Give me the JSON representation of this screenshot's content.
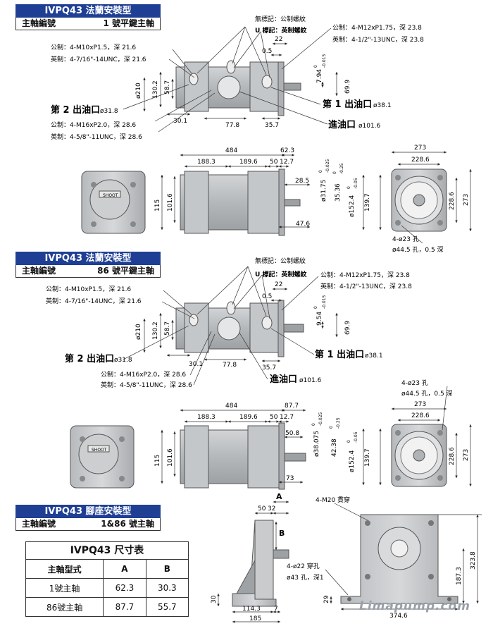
{
  "sections": [
    {
      "title": "IVPQ43 法蘭安裝型",
      "code_label": "主軸編號",
      "code_value": "1 號平鍵主軸"
    },
    {
      "title": "IVPQ43 法蘭安裝型",
      "code_label": "主軸編號",
      "code_value": "86 號平鍵主軸"
    },
    {
      "title": "IVPQ43 腳座安裝型",
      "code_label": "主軸編號",
      "code_value": "1&86 號主軸"
    }
  ],
  "notes": {
    "unmarked": "無標記：公制螺紋",
    "u_mark": "U 標記：英制螺紋",
    "m12": "公制：4-M12xP1.75，深 23.8",
    "unc12": "英制：4-1/2\"-13UNC，深 23.8",
    "m10": "公制：4-M10xP1.5，深 21.6",
    "unc716": "英制：4-7/16\"-14UNC，深 21.6",
    "m16": "公制：4-M16xP2.0，深 28.6",
    "unc58": "英制：4-5/8\"-11UNC，深 28.6",
    "out2": "第 2 出油口",
    "out2_d": "ø31.8",
    "out1": "第 1 出油口",
    "out1_d": "ø38.1",
    "inlet": "進油口",
    "inlet_d": "ø101.6",
    "holes23": "4-ø23 孔",
    "c445": "ø44.5 孔，0.5 深",
    "m20": "4-M20 貫穿",
    "holes22": "4-ø22 穿孔",
    "c43": "ø43 孔，深1"
  },
  "dims1": {
    "d22": "22",
    "d05": "0.5",
    "d210": "ø210",
    "d1302": "130.2",
    "d587": "58.7",
    "d301": "30.1",
    "d778": "77.8",
    "d357": "35.7",
    "d794": "7.94",
    "tol794a": "0",
    "tol794b": "-0.015",
    "d699": "69.9",
    "d484": "484",
    "d623": "62.3",
    "d1883": "188.3",
    "d1896": "189.6",
    "d50": "50",
    "d127": "12.7",
    "d285": "28.5",
    "d3175": "ø31.75",
    "tol3175a": "0",
    "tol3175b": "-0.025",
    "d3536": "35.36",
    "tol3536a": "0",
    "tol3536b": "-0.25",
    "d1524": "ø152.4",
    "tol1524a": "0",
    "tol1524b": "-0.05",
    "d1397": "139.7",
    "d476": "47.6",
    "d115": "115",
    "d1016": "101.6",
    "d273": "273",
    "d2286": "228.6",
    "d2286v": "228.6",
    "d273v": "273"
  },
  "dims2": {
    "d22": "22",
    "d05": "0.5",
    "d210": "ø210",
    "d1302": "130.2",
    "d587": "58.7",
    "d301": "30.1",
    "d778": "77.8",
    "d357": "35.7",
    "d954": "9.54",
    "tol954a": "0",
    "tol954b": "-0.015",
    "d699": "69.9",
    "d484": "484",
    "d877": "87.7",
    "d1883": "188.3",
    "d1896": "189.6",
    "d50": "50",
    "d127": "12.7",
    "d508": "50.8",
    "d38075": "ø38.075",
    "tol38075a": "0",
    "tol38075b": "-0.025",
    "d4238": "42.38",
    "tol4238a": "0",
    "tol4238b": "-0.25",
    "d1524": "ø152.4",
    "tol1524a": "0",
    "tol1524b": "-0.05",
    "d1397": "139.7",
    "d73": "73",
    "d115": "115",
    "d1016": "101.6",
    "d273": "273",
    "d2286": "228.6",
    "d2286v": "228.6",
    "d273v": "273"
  },
  "dims3": {
    "A": "A",
    "B": "B",
    "d50": "50",
    "d32": "32",
    "d30": "30",
    "d1143": "114.3",
    "d7": "7",
    "d185": "185",
    "d29": "29",
    "d3746": "374.6",
    "d1873": "187.3",
    "d3238": "323.8"
  },
  "size_table": {
    "caption": "IVPQ43 尺寸表",
    "headers": [
      "主軸型式",
      "A",
      "B"
    ],
    "rows": [
      [
        "1號主軸",
        "62.3",
        "30.3"
      ],
      [
        "86號主軸",
        "87.7",
        "55.7"
      ]
    ]
  },
  "watermark": "Limapump.com",
  "brand": "SHOOT"
}
